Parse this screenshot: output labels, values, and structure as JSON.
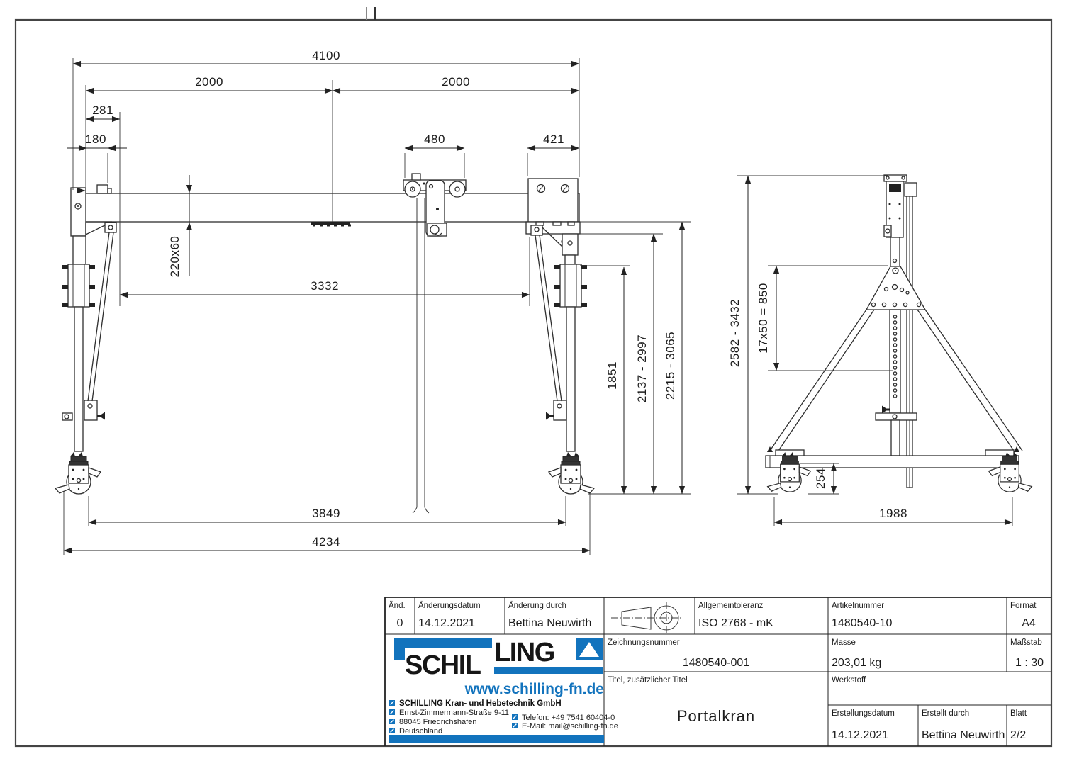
{
  "front_view": {
    "dims": {
      "total_span": "4100",
      "left_span": "2000",
      "right_span": "2000",
      "offset_281": "281",
      "offset_180": "180",
      "trolley_480": "480",
      "clamp_421": "421",
      "beam_section": "220x60",
      "inner_span": "3332",
      "height_1851": "1851",
      "hook_range": "2137 - 2997",
      "beam_range": "2215 - 3065",
      "wheel_base": "3849",
      "overall_width": "4234"
    }
  },
  "side_view": {
    "dims": {
      "height_range": "2582 - 3432",
      "hole_pattern": "17x50 = 850",
      "caster_height": "254",
      "base_width": "1988"
    }
  },
  "title_block": {
    "revision_label": "Änd.",
    "revision_no": "0",
    "rev_date_label": "Änderungsdatum",
    "rev_date": "14.12.2021",
    "rev_by_label": "Änderung durch",
    "rev_by": "Bettina Neuwirth",
    "tolerance_label": "Allgemeintoleranz",
    "tolerance": "ISO 2768 - mK",
    "article_label": "Artikelnummer",
    "article": "1480540-10",
    "format_label": "Format",
    "format": "A4",
    "drawing_no_label": "Zeichnungsnummer",
    "drawing_no": "1480540-001",
    "mass_label": "Masse",
    "mass": "203,01 kg",
    "scale_label": "Maßstab",
    "scale": "1 : 30",
    "title_label": "Titel, zusätzlicher Titel",
    "title": "Portalkran",
    "material_label": "Werkstoff",
    "material": "",
    "created_label": "Erstellungsdatum",
    "created": "14.12.2021",
    "author_label": "Erstellt durch",
    "author": "Bettina Neuwirth",
    "sheet_label": "Blatt",
    "sheet": "2/2"
  },
  "logo": {
    "brand_left": "SCHIL",
    "brand_right": "LING",
    "website": "www.schilling-fn.de",
    "company": "SCHILLING Kran- und Hebetechnik GmbH",
    "street": "Ernst-Zimmermann-Straße 9-11",
    "city": "88045 Friedrichshafen",
    "country": "Deutschland",
    "phone": "Telefon: +49 7541 60404-0",
    "email": "E-Mail: mail@schilling-fn.de",
    "blue": "#1273BD"
  }
}
